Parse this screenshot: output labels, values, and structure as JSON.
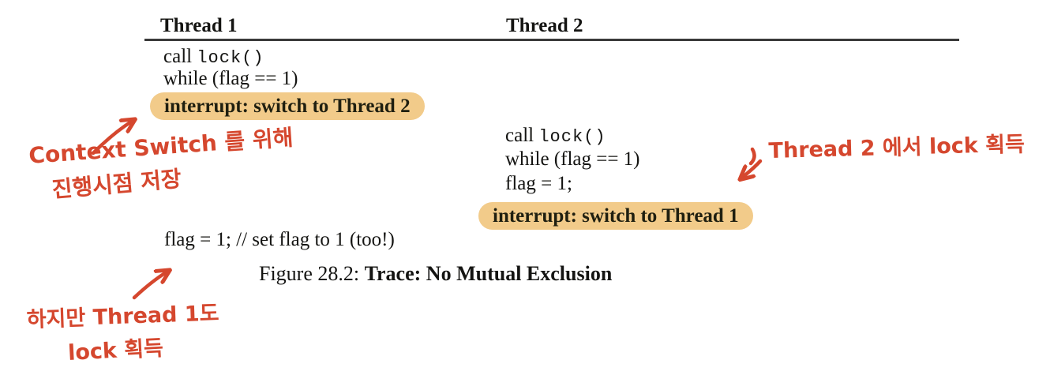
{
  "figure": {
    "thread1_header": "Thread 1",
    "thread2_header": "Thread 2",
    "t1_call_prefix": "call ",
    "t1_call_code": "lock()",
    "t1_while": "while (flag == 1)",
    "t1_interrupt": "interrupt: switch to Thread 2",
    "t2_call_prefix": "call ",
    "t2_call_code": "lock()",
    "t2_while": "while (flag == 1)",
    "t2_flag": "flag = 1;",
    "t2_interrupt": "interrupt: switch to Thread 1",
    "t1_flag_comment": "flag = 1; // set flag to 1 (too!)",
    "caption_prefix": "Figure 28.2: ",
    "caption_bold": "Trace: No Mutual Exclusion"
  },
  "annotations": {
    "left_line1": "Context Switch 를 위해",
    "left_line2": "진행시점 저장",
    "right_note": "Thread 2 에서  lock 획득",
    "bottom_line1": "하지만 Thread 1도",
    "bottom_line2": "lock 획득"
  },
  "colors": {
    "highlight": "#f2cb8a",
    "ink_red": "#d5472e",
    "text": "#141412",
    "rule": "#3a3a3a"
  }
}
